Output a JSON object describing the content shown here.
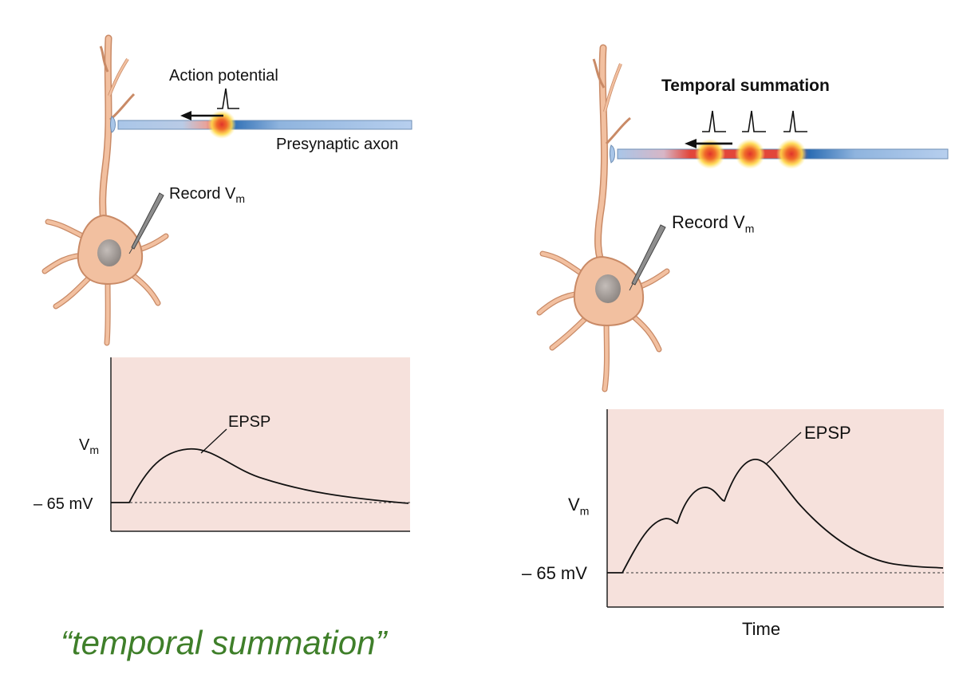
{
  "left_panel": {
    "action_potential_label": "Action potential",
    "presynaptic_axon_label": "Presynaptic axon",
    "record_label": "Record V",
    "record_sub": "m",
    "graph": {
      "epsp_label": "EPSP",
      "y_label": "V",
      "y_sub": "m",
      "baseline_label": "– 65 mV"
    }
  },
  "right_panel": {
    "title": "Temporal summation",
    "record_label": "Record V",
    "record_sub": "m",
    "graph": {
      "epsp_label": "EPSP",
      "y_label": "V",
      "y_sub": "m",
      "baseline_label": "– 65 mV",
      "x_label": "Time"
    }
  },
  "caption": "“temporal summation”",
  "colors": {
    "neuron": "#f2c0a0",
    "neuron_outline": "#c98a66",
    "nucleus": "#a9a3a0",
    "axon_blue": "#9bbde3",
    "axon_dark": "#2b6cb3",
    "spike_red": "#e0342b",
    "spike_glow": "#ffd84a",
    "graph_bg": "#f6e1dc",
    "caption_green": "#3f7f2a"
  },
  "icons": [
    "action-potential-spike-icon",
    "direction-arrow-icon",
    "recording-electrode-icon"
  ]
}
